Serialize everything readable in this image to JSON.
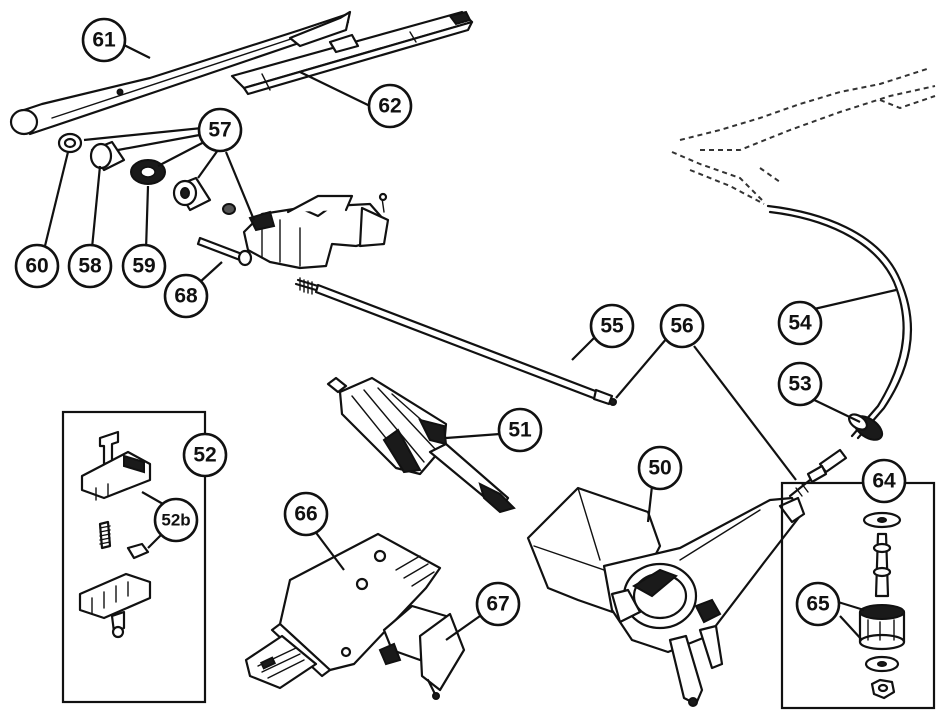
{
  "callouts": [
    {
      "id": "c50",
      "label": "50"
    },
    {
      "id": "c51",
      "label": "51"
    },
    {
      "id": "c52",
      "label": "52"
    },
    {
      "id": "c52b",
      "label": "52b"
    },
    {
      "id": "c53",
      "label": "53"
    },
    {
      "id": "c54",
      "label": "54"
    },
    {
      "id": "c55",
      "label": "55"
    },
    {
      "id": "c56",
      "label": "56"
    },
    {
      "id": "c57",
      "label": "57"
    },
    {
      "id": "c58",
      "label": "58"
    },
    {
      "id": "c59",
      "label": "59"
    },
    {
      "id": "c60",
      "label": "60"
    },
    {
      "id": "c61",
      "label": "61"
    },
    {
      "id": "c62",
      "label": "62"
    },
    {
      "id": "c64",
      "label": "64"
    },
    {
      "id": "c65",
      "label": "65"
    },
    {
      "id": "c66",
      "label": "66"
    },
    {
      "id": "c67",
      "label": "67"
    },
    {
      "id": "c68",
      "label": "68"
    }
  ]
}
